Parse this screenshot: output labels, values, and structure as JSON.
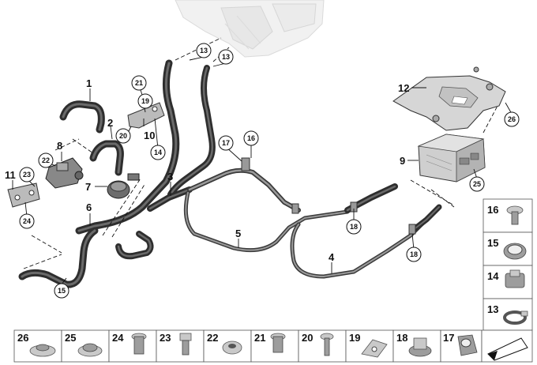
{
  "diagram": {
    "callouts": {
      "c1": "1",
      "c2": "2",
      "c3": "3",
      "c4": "4",
      "c5": "5",
      "c6": "6",
      "c7": "7",
      "c8": "8",
      "c9": "9",
      "c10": "10",
      "c11": "11",
      "c12": "12"
    },
    "circled": {
      "c13a": "13",
      "c13b": "13",
      "c14": "14",
      "c15": "15",
      "c16": "16",
      "c17": "17",
      "c18a": "18",
      "c18b": "18",
      "c19": "19",
      "c20": "20",
      "c21": "21",
      "c22": "22",
      "c23": "23",
      "c24": "24",
      "c25": "25",
      "c26": "26"
    }
  },
  "parts_table": {
    "bottom_row": [
      "26",
      "25",
      "24",
      "23",
      "22",
      "21",
      "20",
      "19",
      "18",
      "17"
    ],
    "right_column": [
      "16",
      "15",
      "14",
      "13"
    ]
  }
}
